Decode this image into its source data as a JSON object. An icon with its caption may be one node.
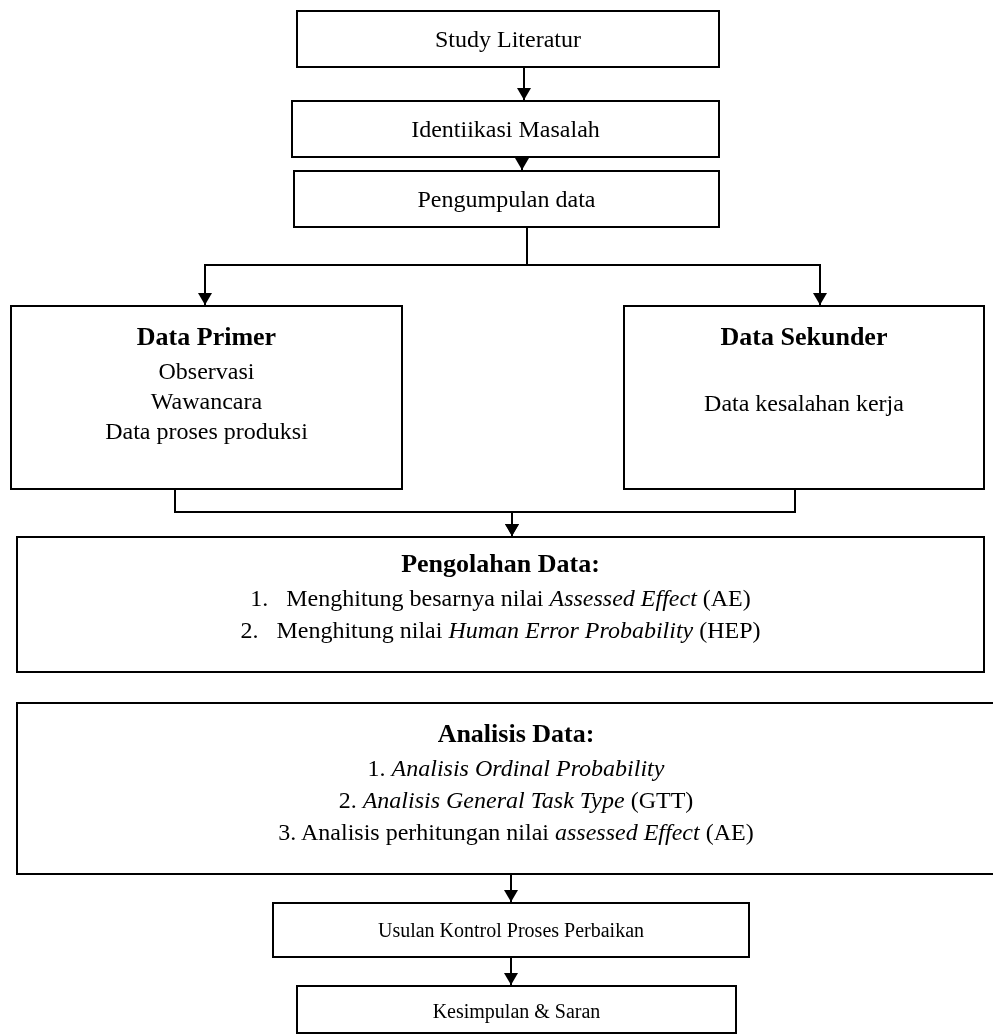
{
  "diagram": {
    "nodes": [
      {
        "text": [
          "Study Literatur"
        ]
      },
      {
        "text": [
          "Identiikasi Masalah"
        ]
      },
      {
        "text": [
          "Pengumpulan data"
        ]
      },
      {
        "text": [
          "Data Primer",
          "Observasi",
          "Wawancara",
          "Data proses produksi"
        ]
      },
      {
        "text": [
          "Data Sekunder",
          "Data kesalahan kerja"
        ]
      },
      {
        "text": [
          "Pengolahan Data:",
          "1.   Menghitung besarnya nilai *Assessed Effect* (AE)",
          "2.   Menghitung nilai *Human Error Probability* (HEP)"
        ]
      },
      {
        "text": [
          "Analisis Data:",
          "1. *Analisis Ordinal Probability*",
          "2. *Analisis General Task Type* (GTT)",
          "3. Analisis perhitungan nilai *assessed Effect* (AE)"
        ]
      },
      {
        "text": [
          "Usulan Kontrol Proses Perbaikan"
        ]
      },
      {
        "text": [
          "Kesimpulan & Saran"
        ]
      }
    ],
    "edges": [
      {
        "from": 0,
        "to": 1,
        "arrow": "to"
      },
      {
        "from": 1,
        "to": 2,
        "arrow": "to"
      },
      {
        "from": 2,
        "to": 3,
        "arrow": "to"
      },
      {
        "from": 2,
        "to": 4,
        "arrow": "to"
      },
      {
        "from": 3,
        "to": 5,
        "arrow": "to"
      },
      {
        "from": 4,
        "to": 5,
        "arrow": "to"
      },
      {
        "from": 6,
        "to": 7,
        "arrow": "to"
      },
      {
        "from": 7,
        "to": 8,
        "arrow": "to"
      }
    ]
  }
}
